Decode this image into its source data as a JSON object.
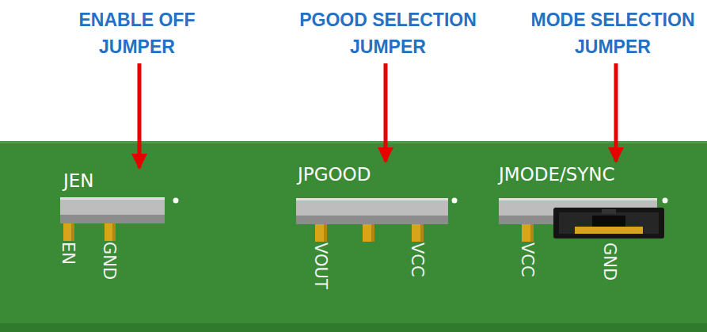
{
  "diagram": {
    "nodes": [
      {
        "text": [
          "ENABLE OFF JUMPER"
        ]
      },
      {
        "text": [
          "PGOOD SELECTION JUMPER"
        ]
      },
      {
        "text": [
          "MODE SELECTION JUMPER"
        ]
      },
      {
        "text": [
          "JEN"
        ]
      },
      {
        "text": [
          "JPGOOD"
        ]
      },
      {
        "text": [
          "JMODE/SYNC"
        ]
      }
    ],
    "edges": [
      {
        "from": 0,
        "to": 3,
        "arrow": "to"
      },
      {
        "from": 1,
        "to": 4,
        "arrow": "to"
      },
      {
        "from": 2,
        "to": 5,
        "arrow": "to"
      }
    ],
    "labels": [
      "EN",
      "GND",
      "VOUT",
      "VCC",
      "VCC",
      "GND"
    ]
  }
}
